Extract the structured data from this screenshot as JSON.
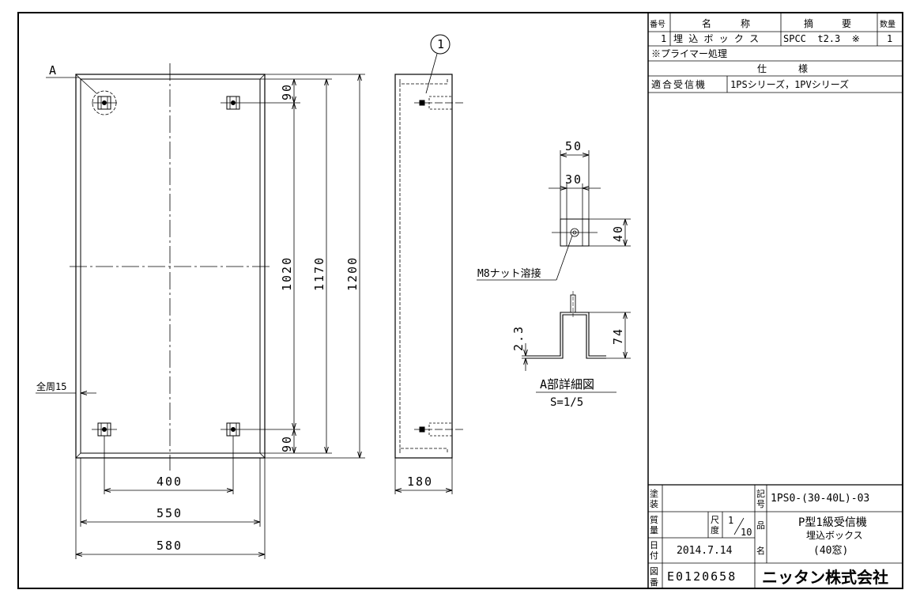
{
  "drawing": {
    "dims": {
      "w400": "400",
      "w550": "550",
      "w580": "580",
      "d180": "180",
      "h90_top": "90",
      "h90_bottom": "90",
      "h1020": "1020",
      "h1170": "1170",
      "h1200": "1200",
      "margin": "全周15",
      "detail_w50": "50",
      "detail_w30": "30",
      "detail_h40": "40",
      "detail_h74": "74",
      "detail_t": "2.3"
    },
    "labels": {
      "ref_a": "A",
      "balloon_1": "1",
      "nut_weld": "M8ナット溶接",
      "detail_title": "A部詳細図",
      "detail_scale": "S=1/5"
    }
  },
  "parts_table": {
    "headers": {
      "no": "番号",
      "name_1": "名",
      "name_2": "称",
      "spec_1": "摘",
      "spec_2": "要",
      "qty": "数量"
    },
    "row": {
      "no": "1",
      "name": "埋 込 ボ ッ ク ス",
      "spec": "SPCC  t2.3  ※",
      "qty": "1"
    },
    "note": "※プライマー処理",
    "spec_header_1": "仕",
    "spec_header_2": "様",
    "compat_label": "適合受信機",
    "compat_value": "1PSシリーズ，1PVシリーズ"
  },
  "title_block": {
    "paint_label_1": "塗",
    "paint_label_2": "装",
    "code_label_1": "記",
    "code_label_2": "号",
    "code": "1PS0-(30-40L)-03",
    "weight_label_1": "質",
    "weight_label_2": "量",
    "scale_label_1": "尺",
    "scale_label_2": "度",
    "scale_num": "1",
    "scale_den": "10",
    "product_label": "品",
    "product_line1": "P型1級受信機",
    "product_line2": "埋込ボックス",
    "product_line3": "(40窓)",
    "date_label_1": "日",
    "date_label_2": "付",
    "date": "2014.7.14",
    "name_label": "名",
    "drawing_no_label_1": "図",
    "drawing_no_label_2": "番",
    "drawing_no": "E0120658",
    "company": "ニッタン株式会社"
  }
}
